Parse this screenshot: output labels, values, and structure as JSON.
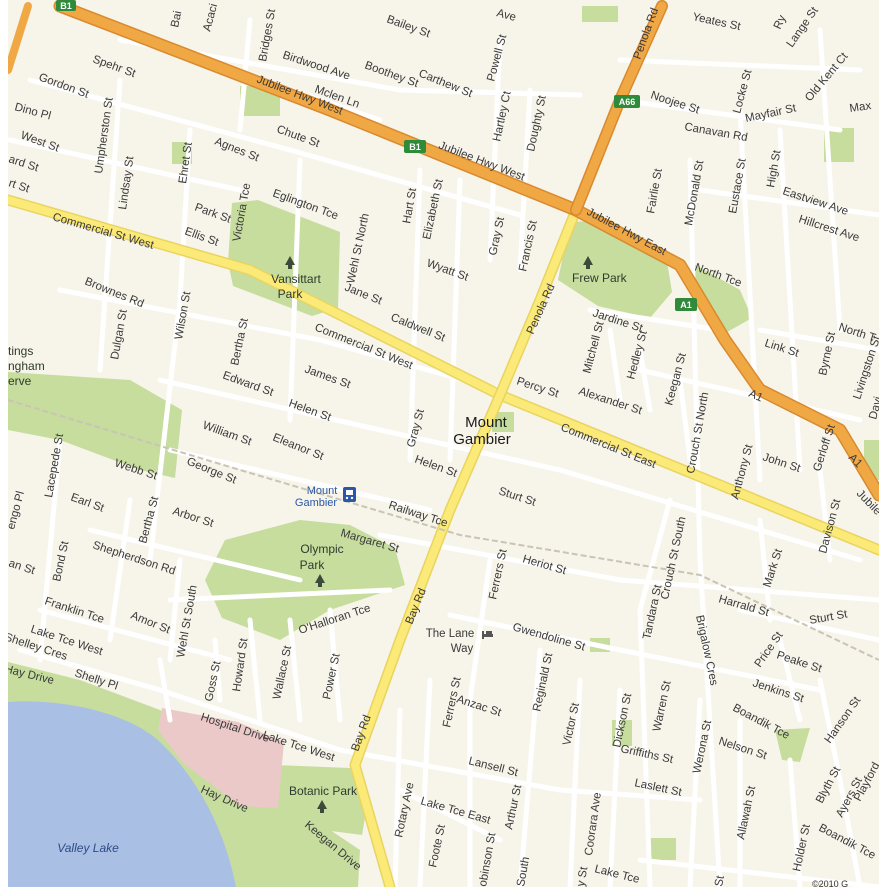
{
  "place": {
    "line1": "Mount",
    "line2": "Gambier"
  },
  "station": {
    "line1": "Mount",
    "line2": "Gambier",
    "icon": "rail-station-icon"
  },
  "parks": [
    {
      "id": "vansittart",
      "line1": "Vansittart",
      "line2": "Park",
      "icon": "park-tree-icon"
    },
    {
      "id": "frew",
      "line1": "Frew Park",
      "line2": "",
      "icon": "park-tree-icon"
    },
    {
      "id": "olympic",
      "line1": "Olympic",
      "line2": "Park",
      "icon": "park-tree-icon"
    },
    {
      "id": "botanic",
      "line1": "Botanic Park",
      "line2": "",
      "icon": "park-tree-icon"
    }
  ],
  "poi": {
    "lane_way": {
      "line1": "The Lane",
      "line2": "Way",
      "icon": "lodging-bed-icon"
    }
  },
  "reserve_fragment": {
    "line1": "tings",
    "line2": "ngham",
    "line3": "erve"
  },
  "water": {
    "valley_lake": "Valley Lake"
  },
  "shields": [
    {
      "id": "b1-top",
      "text": "B1"
    },
    {
      "id": "b1",
      "text": "B1"
    },
    {
      "id": "a66",
      "text": "A66"
    },
    {
      "id": "a1",
      "text": "A1"
    }
  ],
  "highway_labels": {
    "jubilee_west_1": "Jubilee Hwy West",
    "jubilee_west_2": "Jubilee Hwy West",
    "jubilee_east": "Jubilee Hwy East",
    "a1_label_1": "A1",
    "a1_label_2": "A1",
    "penola_north": "Penola Rd",
    "commercial_west_1": "Commercial St West",
    "commercial_west_2": "Commercial St West",
    "commercial_east": "Commercial St East",
    "penola_south": "Penola Rd",
    "bay_rd_1": "Bay Rd",
    "bay_rd_2": "Bay Rd"
  },
  "streets": {
    "s_bai": "Bai",
    "s_acaci": "Acaci",
    "s_bridges": "Bridges St",
    "s_bailey": "Bailey St",
    "s_ave_top": "Ave",
    "s_yeates": "Yeates St",
    "s_ry": "Ry",
    "s_lange": "Lange St",
    "s_spehr": "Spehr St",
    "s_birdwood": "Birdwood Ave",
    "s_boothey": "Boothey St",
    "s_carthew": "Carthew St",
    "s_powell": "Powell St",
    "s_mclean": "Mclen Ln",
    "s_old_kent": "Old Kent Ct",
    "s_gordon": "Gordon St",
    "s_noojee": "Noojee St",
    "s_locke": "Locke St",
    "s_max": "Max",
    "s_dino": "Dino Pl",
    "s_umpherston": "Umpherston St",
    "s_mayfair": "Mayfair St",
    "s_hartley": "Hartley Ct",
    "s_doughty": "Doughty St",
    "s_canavan": "Canavan Rd",
    "s_west": "West St",
    "s_chute": "Chute St",
    "s_agnes": "Agnes St",
    "s_ard": "ard St",
    "s_rt": "rt St",
    "s_lindsay": "Lindsay St",
    "s_ehret": "Ehret St",
    "s_mcdonald": "McDonald St",
    "s_eustace": "Eustace St",
    "s_high": "High St",
    "s_eastview": "Eastview Ave",
    "s_fairlie": "Fairlie St",
    "s_victoria": "Victoria Tce",
    "s_eglington": "Eglington Tce",
    "s_hart": "Hart St",
    "s_elizabeth": "Elizabeth St",
    "s_hillcrest": "Hillcrest Ave",
    "s_park": "Park St",
    "s_ellis": "Ellis St",
    "s_wehl_north": "Wehl St North",
    "s_gray_n": "Gray St",
    "s_francis": "Francis St",
    "s_wyatt": "Wyatt St",
    "s_north_tce": "North Tce",
    "s_jane": "Jane St",
    "s_brownes": "Brownes Rd",
    "s_north_t": "North T",
    "s_wilson": "Wilson St",
    "s_dulgan": "Dulgan St",
    "s_bertha_n": "Bertha St",
    "s_caldwell": "Caldwell St",
    "s_jardine": "Jardine St",
    "s_link": "Link St",
    "s_byrne": "Byrne St",
    "s_livingston": "Livingston St",
    "s_mitchell": "Mitchell St",
    "s_hedley": "Hedley St",
    "s_edward": "Edward St",
    "s_james": "James St",
    "s_percy": "Percy St",
    "s_alexander": "Alexander St",
    "s_keegan_n": "Keegan St",
    "s_davi": "Davi",
    "s_helen_1": "Helen St",
    "s_crouch_north": "Crouch St North",
    "s_william": "William St",
    "s_eleanor": "Eleanor St",
    "s_gray_s": "Gray St",
    "s_gerloff": "Gerloff St",
    "s_lacepede": "Lacepede St",
    "s_john": "John St",
    "s_anthony": "Anthony St",
    "s_helen_2": "Helen St",
    "s_webb": "Webb St",
    "s_george": "George St",
    "s_jubile": "Jubile",
    "s_engo": "engo Pl",
    "s_earl": "Earl St",
    "s_sturt_1": "Sturt St",
    "s_arbor": "Arbor St",
    "s_railway": "Railway Tce",
    "s_bertha_s": "Bertha St",
    "s_davison": "Davison St",
    "s_margaret": "Margaret St",
    "s_shepherdson": "Shepherdson Rd",
    "s_heriot": "Heriot St",
    "s_crouch_south": "Crouch St South",
    "s_an": "an St",
    "s_bond": "Bond St",
    "s_mark": "Mark St",
    "s_ferrers_1": "Ferrers St",
    "s_harrald": "Harrald St",
    "s_franklin": "Franklin Tce",
    "s_sturt_2": "Sturt St",
    "s_amor": "Amor St",
    "s_ohalloran": "O'Halloran Tce",
    "s_tandara": "Tandara St",
    "s_brigalow": "Brigalow Cres",
    "s_wehl_south": "Wehl St South",
    "s_gwendoline": "Gwendoline St",
    "s_price": "Price St",
    "s_peake": "Peake St",
    "s_lake_tce_west_1": "Lake Tce West",
    "s_shelley": "Shelley Cres",
    "s_power": "Power St",
    "s_shelly_pl": "Shelly Pl",
    "s_reginald": "Reginald St",
    "s_hay_drive_1": "Hay Drive",
    "s_goss": "Goss St",
    "s_howard": "Howard St",
    "s_wallace": "Wallace St",
    "s_jenkins": "Jenkins St",
    "s_ferrers_2": "Ferrers St",
    "s_anzac": "Anzac St",
    "s_dickson": "Dickson St",
    "s_warren": "Warren St",
    "s_boandik_tce_1": "Boandik Tce",
    "s_hanson": "Hanson St",
    "s_victor": "Victor St",
    "s_hospital": "Hospital Drive",
    "s_lake_tce_west_2": "Lake Tce West",
    "s_griffiths": "Griffiths St",
    "s_werona": "Werona St",
    "s_nelson": "Nelson St",
    "s_playford": "Playford",
    "s_lansell": "Lansell St",
    "s_laslett": "Laslett St",
    "s_blyth": "Blyth St",
    "s_ayers": "Ayers St",
    "s_hay_drive_2": "Hay Drive",
    "s_rotary": "Rotary Ave",
    "s_lake_tce_east": "Lake Tce East",
    "s_arthur": "Arthur St",
    "s_coorara": "Coorara Ave",
    "s_allawah": "Allawah St",
    "s_holder": "Holder St",
    "s_boandik_tce_2": "Boandik Tce",
    "s_keegan_drive": "Keegan Drive",
    "s_foote": "Foote St",
    "s_robinson": "obinson St",
    "s_south": "South",
    "s_y": "y St",
    "s_lake_tce_bottom": "Lake Tce",
    "s_st_bottom": "St"
  },
  "copyright": "©2010 G",
  "colors": {
    "background": "#f7f4ea",
    "minor_road": "#ffffff",
    "highway": "#f0a844",
    "highway_edge": "#d98a2e",
    "arterial": "#fbea78",
    "arterial_edge": "#e9d460",
    "park": "#c6dd9e",
    "water": "#a9bfe3",
    "hospital": "#ecc9c9",
    "shield": "#2f8a3a"
  }
}
